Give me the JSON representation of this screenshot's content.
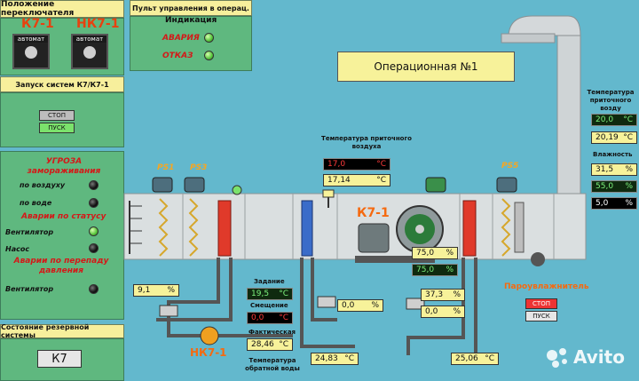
{
  "header": {
    "switch_position": "Положение переключателя",
    "control_panel": "Пульт управления в операц.",
    "indication": "Индикация"
  },
  "switches": [
    {
      "name": "К7-1",
      "mode": "автомат"
    },
    {
      "name": "НК7-1",
      "mode": "автомат"
    }
  ],
  "alarms": {
    "accident": "АВАРИЯ",
    "failure": "ОТКАЗ"
  },
  "launch": {
    "title": "Запуск систем К7/К7-1",
    "stop_label": "СТОП",
    "start_label": "ПУСК"
  },
  "freeze": {
    "title": "УГРОЗА замораживания",
    "by_air": "по воздуху",
    "by_water": "по воде",
    "status_title": "Аварии по статусу",
    "fan": "Вентилятор",
    "pump": "Насос",
    "pressure_title": "Аварии по перепаду давления",
    "fan2": "Вентилятор"
  },
  "reserve": {
    "title": "Состояние резервной системы",
    "value": "К7"
  },
  "room": {
    "title": "Операционная №1"
  },
  "supply_temp_right": {
    "title": "Температура приточного возду",
    "setpoint": "20,0",
    "actual": "20,19",
    "unit": "°C"
  },
  "humidity": {
    "title": "Влажность",
    "values": [
      "31,5",
      "55,0",
      "5,0"
    ],
    "unit": "%"
  },
  "supply_temp_mid": {
    "title": "Температура приточного воздуха",
    "setpoint": "17,0",
    "actual": "17,14",
    "unit": "°C"
  },
  "ahu": {
    "k71": "К7-1",
    "nk71": "НК7-1",
    "ps1": "PS1",
    "ps3": "PS3",
    "ps5": "PS5",
    "fan_val1": "75,0",
    "fan_val2": "75,0",
    "pct": "%"
  },
  "heater": {
    "valve_pct": "9,1",
    "task_label": "Задание",
    "task_val": "19,5",
    "offset_label": "Смещение",
    "offset_val": "0,0",
    "actual_label": "Фактическая",
    "actual_val": "28,46",
    "return_label": "Температура обратной воды",
    "return_val": "24,83",
    "valve2_pct": "0,0",
    "unit_c": "°C",
    "unit_pct": "%"
  },
  "cooler": {
    "valve_pct": "37,3",
    "valve2_pct": "0,0",
    "water_val": "25,06",
    "unit_c": "°C",
    "unit_pct": "%"
  },
  "steam": {
    "title": "Пароувлажнитель",
    "stop_label": "СТОП",
    "start_label": "ПУСК"
  },
  "watermark": "Avito"
}
